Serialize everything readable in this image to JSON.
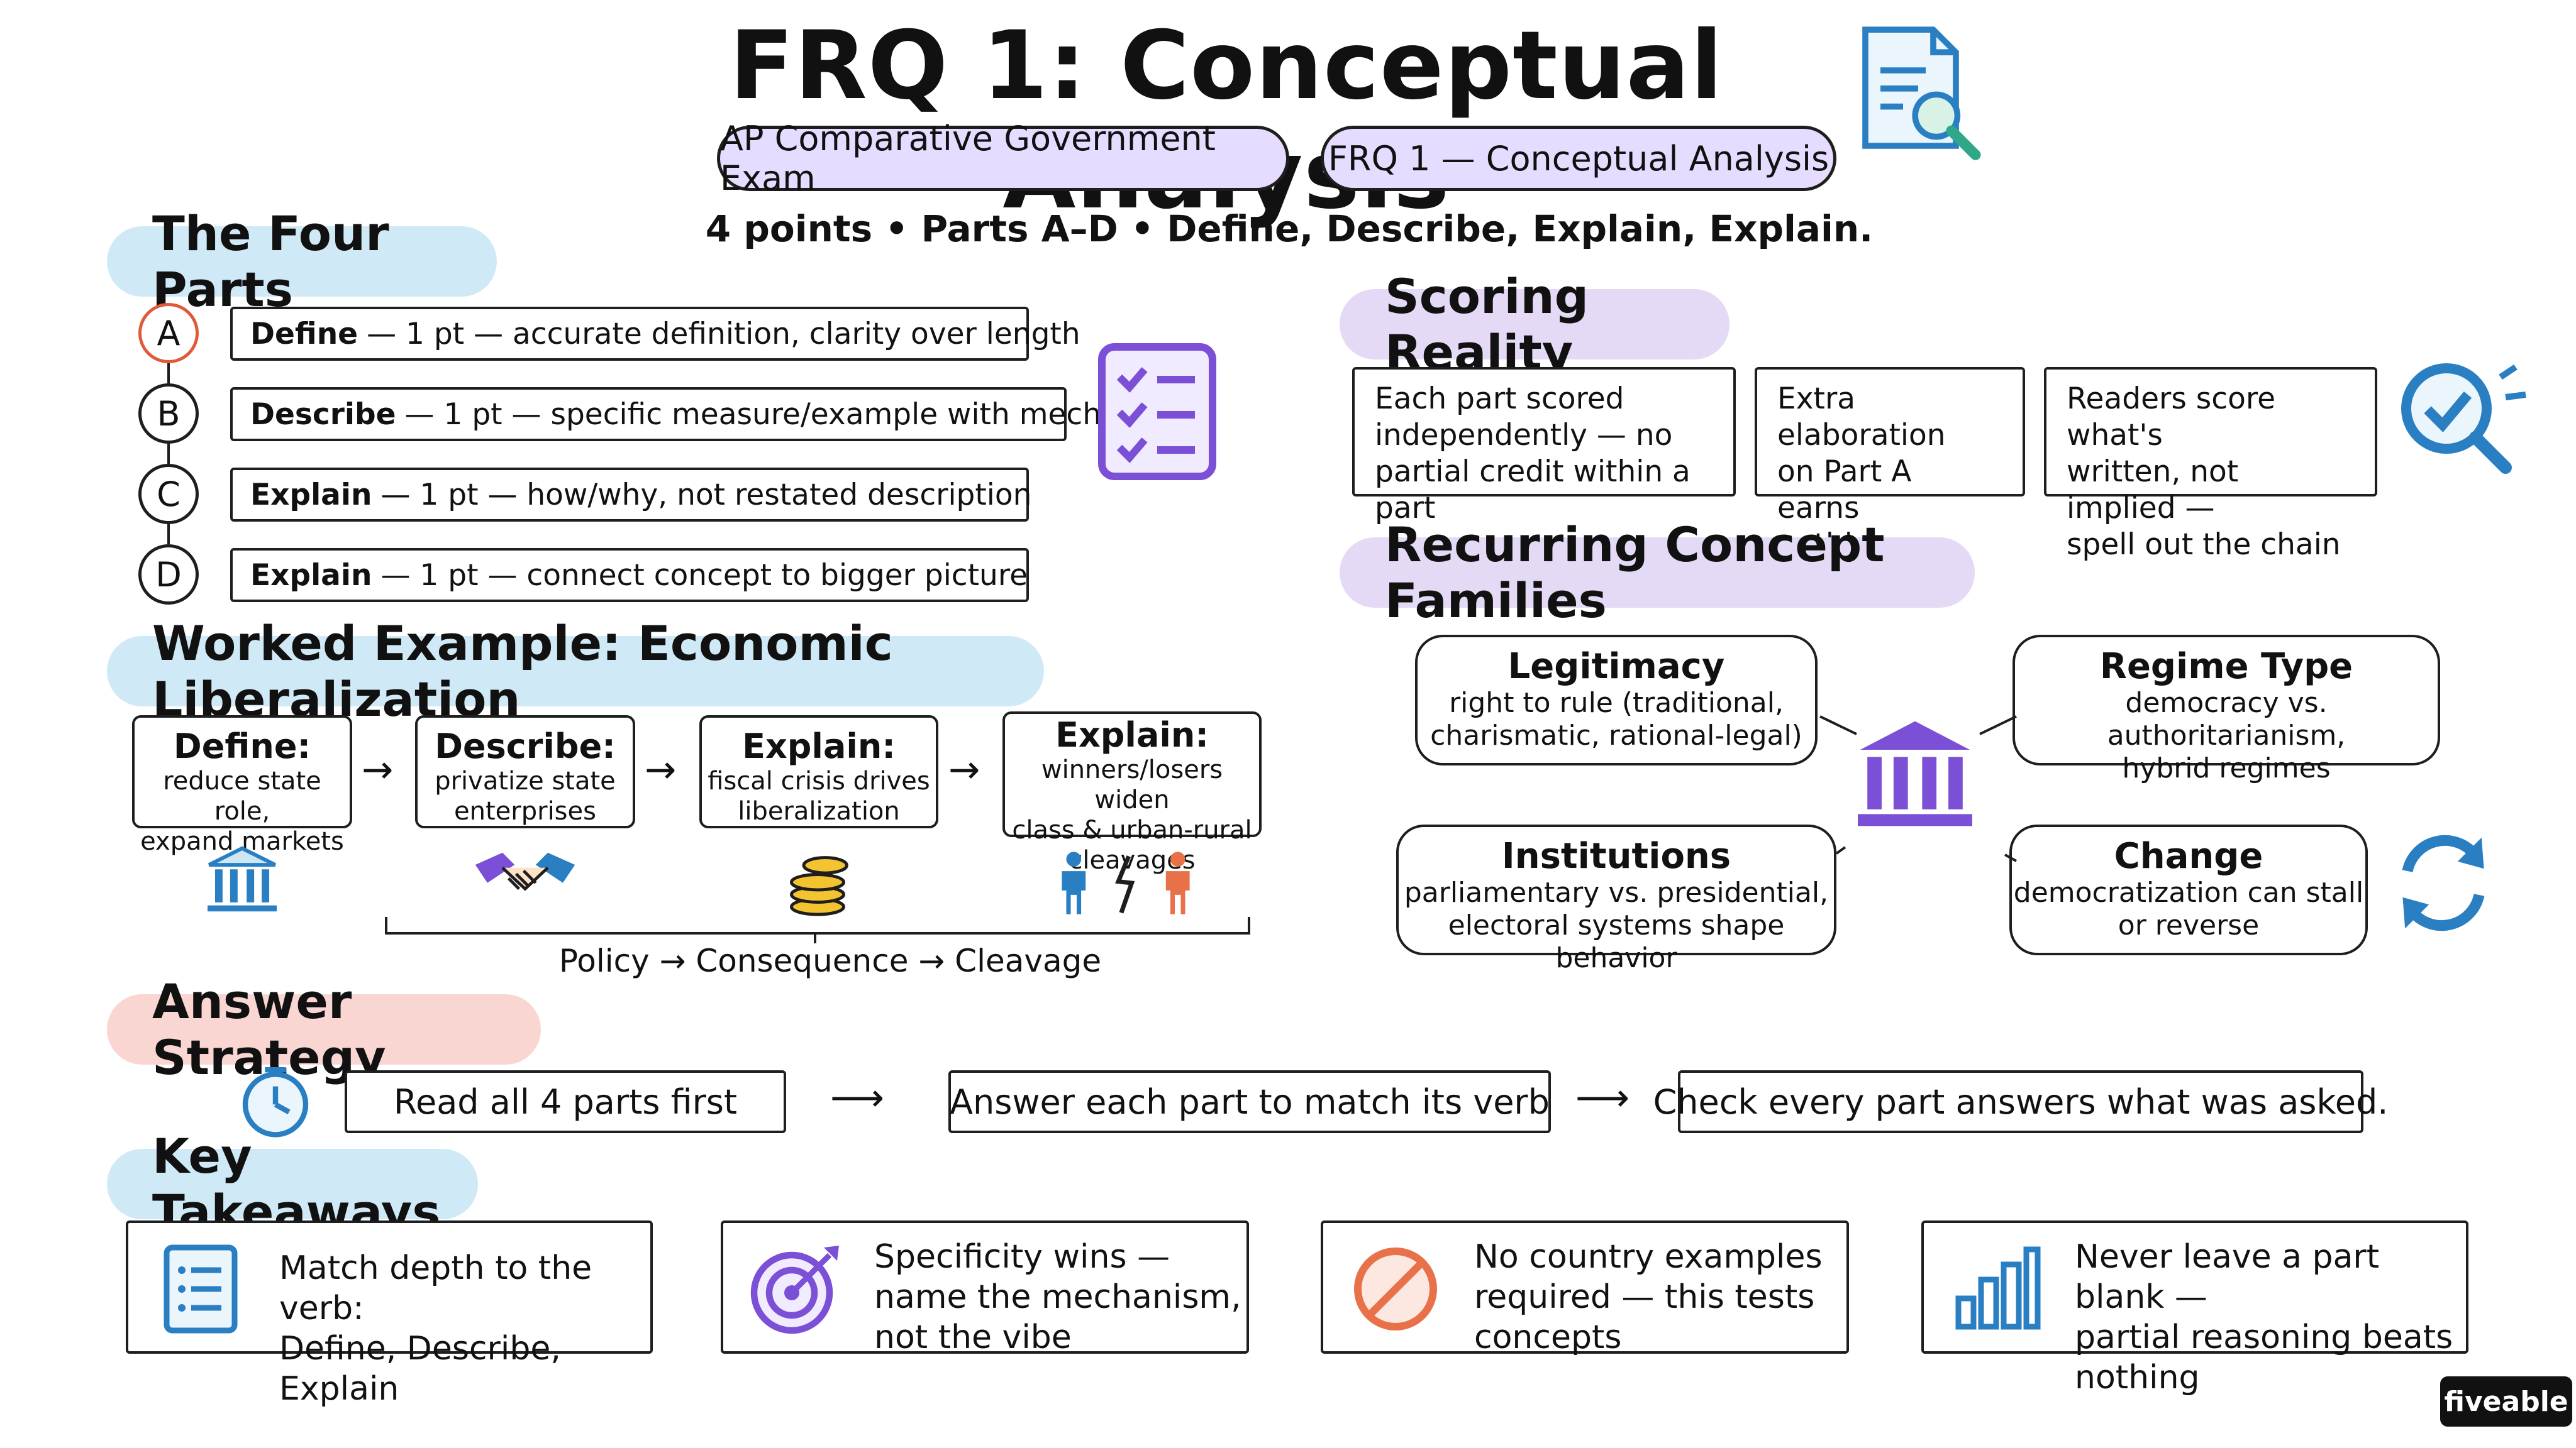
{
  "title": "FRQ 1: Conceptual Analysis",
  "pills": [
    "AP Comparative Government Exam",
    "FRQ 1 — Conceptual Analysis"
  ],
  "subtitle": "4 points • Parts A–D • Define, Describe, Explain, Explain.",
  "four_parts": {
    "heading": "The Four Parts",
    "parts": [
      {
        "letter": "A",
        "verb": "Define",
        "text": "— 1 pt — accurate definition, clarity over length"
      },
      {
        "letter": "B",
        "verb": "Describe",
        "text": "— 1 pt — specific measure/example with mechanism"
      },
      {
        "letter": "C",
        "verb": "Explain",
        "text": "— 1 pt — how/why, not restated description"
      },
      {
        "letter": "D",
        "verb": "Explain",
        "text": "— 1 pt — connect concept to bigger picture"
      }
    ]
  },
  "scoring": {
    "heading": "Scoring Reality",
    "cards": [
      [
        "Each part scored",
        "independently — no",
        "partial credit within a part"
      ],
      [
        "Extra elaboration",
        "on Part A earns",
        "nothing"
      ],
      [
        "Readers score what's",
        "written, not implied —",
        "spell out the chain"
      ]
    ]
  },
  "worked": {
    "heading": "Worked Example: Economic Liberalization",
    "steps": [
      {
        "h": "Define:",
        "lines": [
          "reduce state role,",
          "expand markets"
        ]
      },
      {
        "h": "Describe:",
        "lines": [
          "privatize state",
          "enterprises"
        ]
      },
      {
        "h": "Explain:",
        "lines": [
          "fiscal crisis drives",
          "liberalization"
        ]
      },
      {
        "h": "Explain:",
        "lines": [
          "winners/losers widen",
          "class & urban-rural",
          "cleavages"
        ]
      }
    ],
    "chain": "Policy → Consequence → Cleavage"
  },
  "families": {
    "heading": "Recurring Concept Families",
    "items": [
      {
        "h": "Legitimacy",
        "lines": [
          "right to rule (traditional,",
          "charismatic, rational-legal)"
        ]
      },
      {
        "h": "Regime Type",
        "lines": [
          "democracy vs. authoritarianism,",
          "hybrid regimes"
        ]
      },
      {
        "h": "Institutions",
        "lines": [
          "parliamentary vs. presidential,",
          "electoral systems shape behavior"
        ]
      },
      {
        "h": "Change",
        "lines": [
          "democratization can stall",
          "or reverse"
        ]
      }
    ]
  },
  "strategy": {
    "heading": "Answer Strategy",
    "steps": [
      "Read all 4 parts first",
      "Answer each part to match its verb",
      "Check every part answers what was asked."
    ]
  },
  "takeaways": {
    "heading": "Key Takeaways",
    "items": [
      [
        "Match depth to the verb:",
        "Define, Describe, Explain"
      ],
      [
        "Specificity wins —",
        "name the mechanism,",
        "not the vibe"
      ],
      [
        "No country examples",
        "required — this tests",
        "concepts"
      ],
      [
        "Never leave a part blank —",
        "partial reasoning beats",
        "nothing"
      ]
    ]
  },
  "brand": "fiveable",
  "colors": {
    "accent_purple": "#7b4fd6",
    "accent_blue": "#2a7fc2",
    "accent_orange": "#e8714a"
  }
}
